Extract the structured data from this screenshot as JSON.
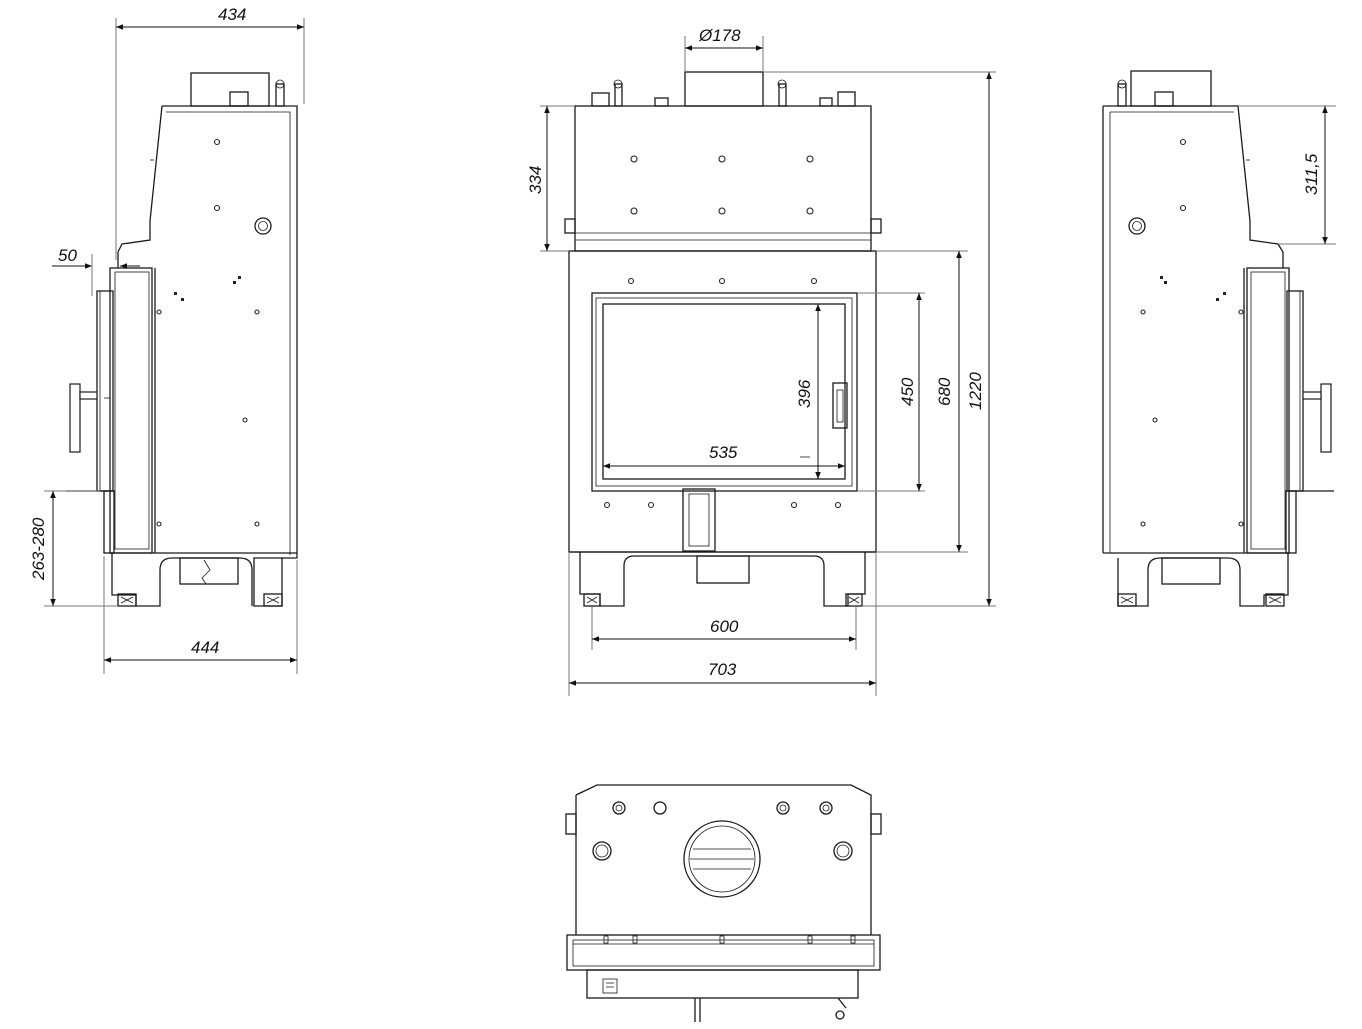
{
  "dimensions": {
    "side_left": {
      "depth_top": "434",
      "offset": "50",
      "leg_height": "263-280",
      "depth_bottom": "444"
    },
    "front": {
      "flue_diameter": "Ø178",
      "top_section_height": "334",
      "glass_height": "396",
      "door_height": "450",
      "front_frame_height": "680",
      "total_height": "1220",
      "glass_width": "535",
      "inner_width": "600",
      "total_width": "703"
    },
    "side_right": {
      "top_section_height": "311,5"
    }
  },
  "colors": {
    "line": "#1a1a1a",
    "background": "#ffffff"
  }
}
